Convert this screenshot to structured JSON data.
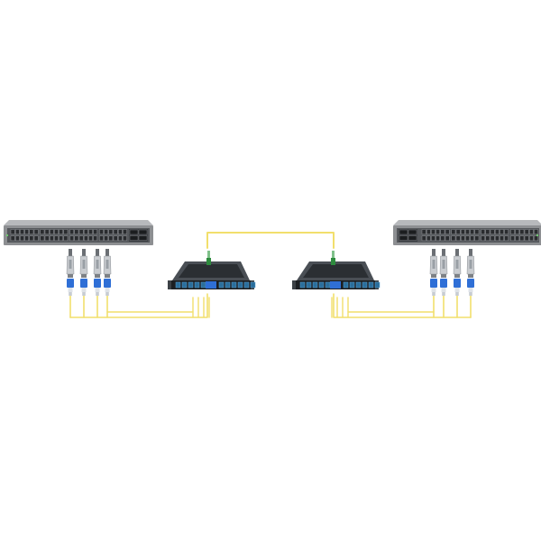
{
  "diagram": {
    "colors": {
      "background": "#ffffff",
      "fiber": "#f2df6c",
      "switch_body": "#8d8f92",
      "switch_top": "#b7b9bc",
      "switch_face": "#55585c",
      "port": "#2a2c2f",
      "port_hi": "#9ea1a5",
      "cassette_body": "#2b2f33",
      "cassette_top": "#4a4f55",
      "cassette_front": "#1c1f22",
      "mtp_green": "#2e8b3e",
      "lc_blue": "#2f6fd6",
      "transceiver_body": "#c9ccd0",
      "transceiver_dark": "#6b6f74"
    },
    "switches": [
      {
        "name": "switch-left",
        "port_count": 48,
        "sfp_count": 4
      },
      {
        "name": "switch-right",
        "port_count": 48,
        "sfp_count": 4
      }
    ],
    "transceivers_per_switch": 4,
    "cassettes": [
      {
        "name": "cassette-left",
        "lc_ports": 12
      },
      {
        "name": "cassette-right",
        "lc_ports": 12
      }
    ],
    "trunk": {
      "type": "MTP trunk"
    }
  }
}
